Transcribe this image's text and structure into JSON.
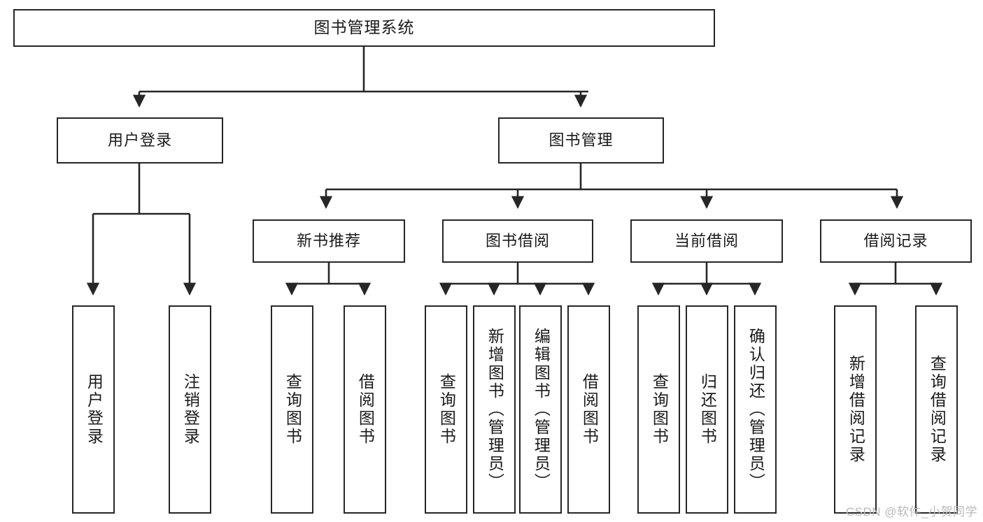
{
  "diagram": {
    "title": "图书管理系统",
    "type": "tree-hierarchy-chart",
    "colors": {
      "box_border": "#262626",
      "box_fill": "#ffffff",
      "connector": "#262626",
      "text": "#1a1a1a",
      "watermark": "#b9b9b9",
      "background": "#ffffff"
    },
    "nodes": {
      "root": {
        "label": "图书管理系统"
      },
      "level2": [
        {
          "id": "user-login",
          "label": "用户登录"
        },
        {
          "id": "book-management",
          "label": "图书管理"
        }
      ],
      "level3": [
        {
          "id": "new-book-recommend",
          "label": "新书推荐"
        },
        {
          "id": "book-borrow",
          "label": "图书借阅"
        },
        {
          "id": "current-borrow",
          "label": "当前借阅"
        },
        {
          "id": "borrow-record",
          "label": "借阅记录"
        }
      ],
      "leaves": [
        {
          "id": "leaf-user-login",
          "label": "用户登录"
        },
        {
          "id": "leaf-logout-login",
          "label": "注销登录"
        },
        {
          "id": "leaf-query-book-1",
          "label": "查询图书"
        },
        {
          "id": "leaf-borrow-book-1",
          "label": "借阅图书"
        },
        {
          "id": "leaf-query-book-2",
          "label": "查询图书"
        },
        {
          "id": "leaf-add-book-admin",
          "label": "新增图书（管理员）"
        },
        {
          "id": "leaf-edit-book-admin",
          "label": "编辑图书（管理员）"
        },
        {
          "id": "leaf-borrow-book-2",
          "label": "借阅图书"
        },
        {
          "id": "leaf-query-book-3",
          "label": "查询图书"
        },
        {
          "id": "leaf-return-book",
          "label": "归还图书"
        },
        {
          "id": "leaf-confirm-return-admin",
          "label": "确认归还（管理员）"
        },
        {
          "id": "leaf-add-borrow-record",
          "label": "新增借阅记录"
        },
        {
          "id": "leaf-query-borrow-record",
          "label": "查询借阅记录"
        }
      ]
    }
  },
  "watermark": {
    "text": "CSDN @软件_小贺同学"
  }
}
